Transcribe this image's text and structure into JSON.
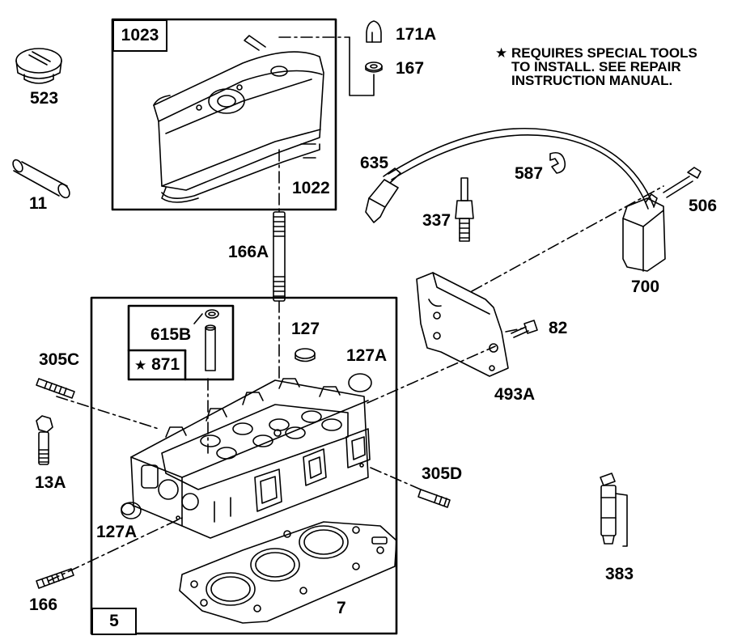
{
  "note": {
    "star": "★",
    "line1": "REQUIRES SPECIAL TOOLS",
    "line2": "TO INSTALL.  SEE REPAIR",
    "line3": "INSTRUCTION MANUAL."
  },
  "parts": {
    "p523": "523",
    "p11": "11",
    "p1023": "1023",
    "p1022": "1022",
    "p171A": "171A",
    "p167": "167",
    "p635": "635",
    "p587": "587",
    "p506": "506",
    "p337": "337",
    "p700": "700",
    "p166A": "166A",
    "p127": "127",
    "p127A_top": "127A",
    "p615B": "615B",
    "p871": "871",
    "p871_star": "★",
    "p82": "82",
    "p493A": "493A",
    "p305C": "305C",
    "p13A": "13A",
    "p305D": "305D",
    "p127A_bottom": "127A",
    "p166": "166",
    "p7": "7",
    "p5": "5",
    "p383": "383"
  }
}
